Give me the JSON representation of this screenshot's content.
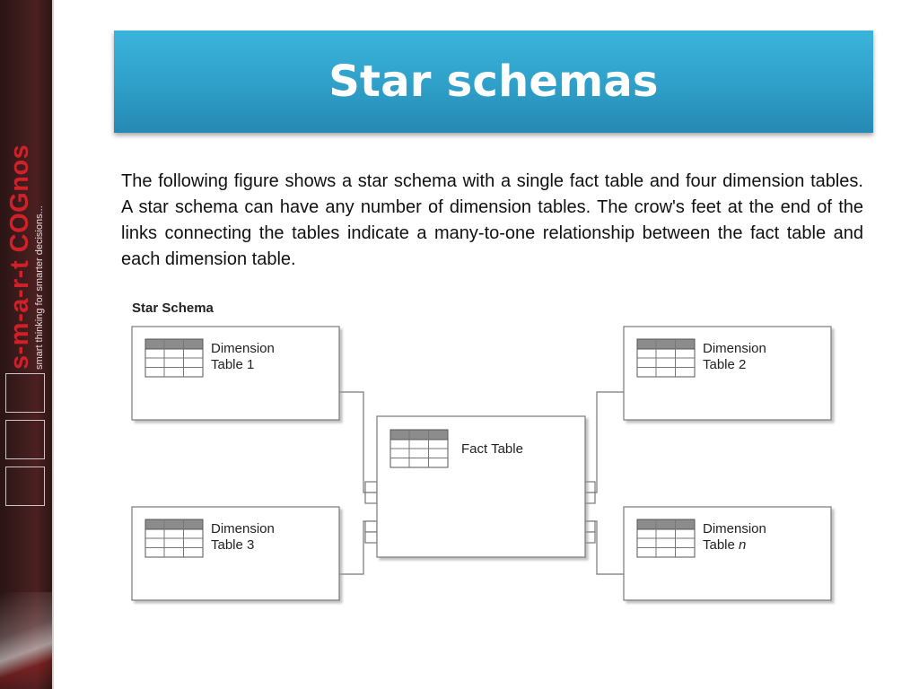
{
  "brand": {
    "name": "s-m-a-r-t COGnos",
    "tagline": "smart thinking for smarter decisions..."
  },
  "slide": {
    "title": "Star schemas",
    "intro": "The following figure shows a star schema with a single fact table and four dimension tables. A star schema can have any number of dimension tables. The crow's feet at the end of the links connecting the tables indicate a many-to-one relationship between the fact table and each dimension table."
  },
  "diagram": {
    "heading": "Star Schema",
    "fact_table": {
      "label": "Fact Table"
    },
    "dimension_tables": [
      {
        "line1": "Dimension",
        "line2": "Table 1"
      },
      {
        "line1": "Dimension",
        "line2": "Table 2"
      },
      {
        "line1": "Dimension",
        "line2": "Table 3"
      },
      {
        "line1": "Dimension",
        "line2": "Table ",
        "line2_italic": "n"
      }
    ]
  }
}
